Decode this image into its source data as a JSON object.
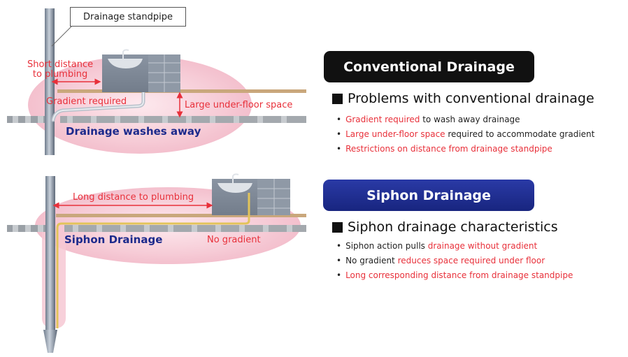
{
  "colors": {
    "accent_red": "#e8303a",
    "navy": "#1c2a8c",
    "conventional_banner": "#111111",
    "siphon_banner": "#1d2b94",
    "pipe_tan": "#c9a77c",
    "halo_pink": "#f4c7d2"
  },
  "callout": {
    "standpipe": "Drainage standpipe"
  },
  "conventional_diagram": {
    "short_distance": [
      "Short distance",
      "to plumbing"
    ],
    "gradient_required": "Gradient required",
    "under_floor": "Large under-floor space",
    "washes_away": "Drainage washes away"
  },
  "siphon_diagram": {
    "long_distance": "Long distance to plumbing",
    "title": "Siphon Drainage",
    "no_gradient": "No gradient"
  },
  "conventional_panel": {
    "banner": "Conventional Drainage",
    "heading": "Problems with conventional drainage",
    "bullets": [
      {
        "highlight": "Gradient required",
        "rest": " to wash away drainage"
      },
      {
        "highlight": "Large under-floor space",
        "rest": " required to accommodate gradient"
      },
      {
        "highlight": "Restrictions on distance from drainage standpipe",
        "rest": ""
      }
    ]
  },
  "siphon_panel": {
    "banner": "Siphon Drainage",
    "heading": "Siphon drainage characteristics",
    "bullets": [
      {
        "prefix": "Siphon action pulls ",
        "highlight": "drainage without gradient"
      },
      {
        "prefix": "No gradient ",
        "highlight": "reduces space required under floor"
      },
      {
        "prefix": "",
        "highlight": "Long corresponding distance from drainage standpipe"
      }
    ]
  }
}
